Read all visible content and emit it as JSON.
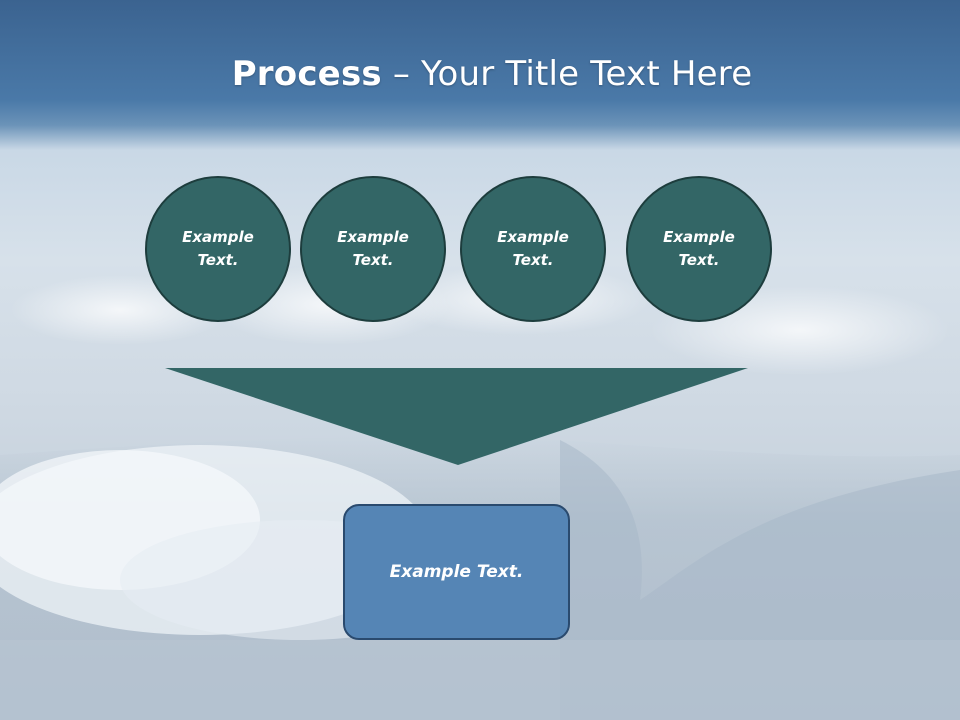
{
  "slide": {
    "title_bold": "Process",
    "title_rest": " – Your Title Text Here"
  },
  "circles": [
    {
      "text": "Example\nText."
    },
    {
      "text": "Example\nText."
    },
    {
      "text": "Example\nText."
    },
    {
      "text": "Example\nText."
    }
  ],
  "result": {
    "text": "Example Text."
  },
  "colors": {
    "header_blue": "#4a79a8",
    "circle_fill": "#336666",
    "funnel_fill": "#336666",
    "box_fill": "#5585b5"
  }
}
